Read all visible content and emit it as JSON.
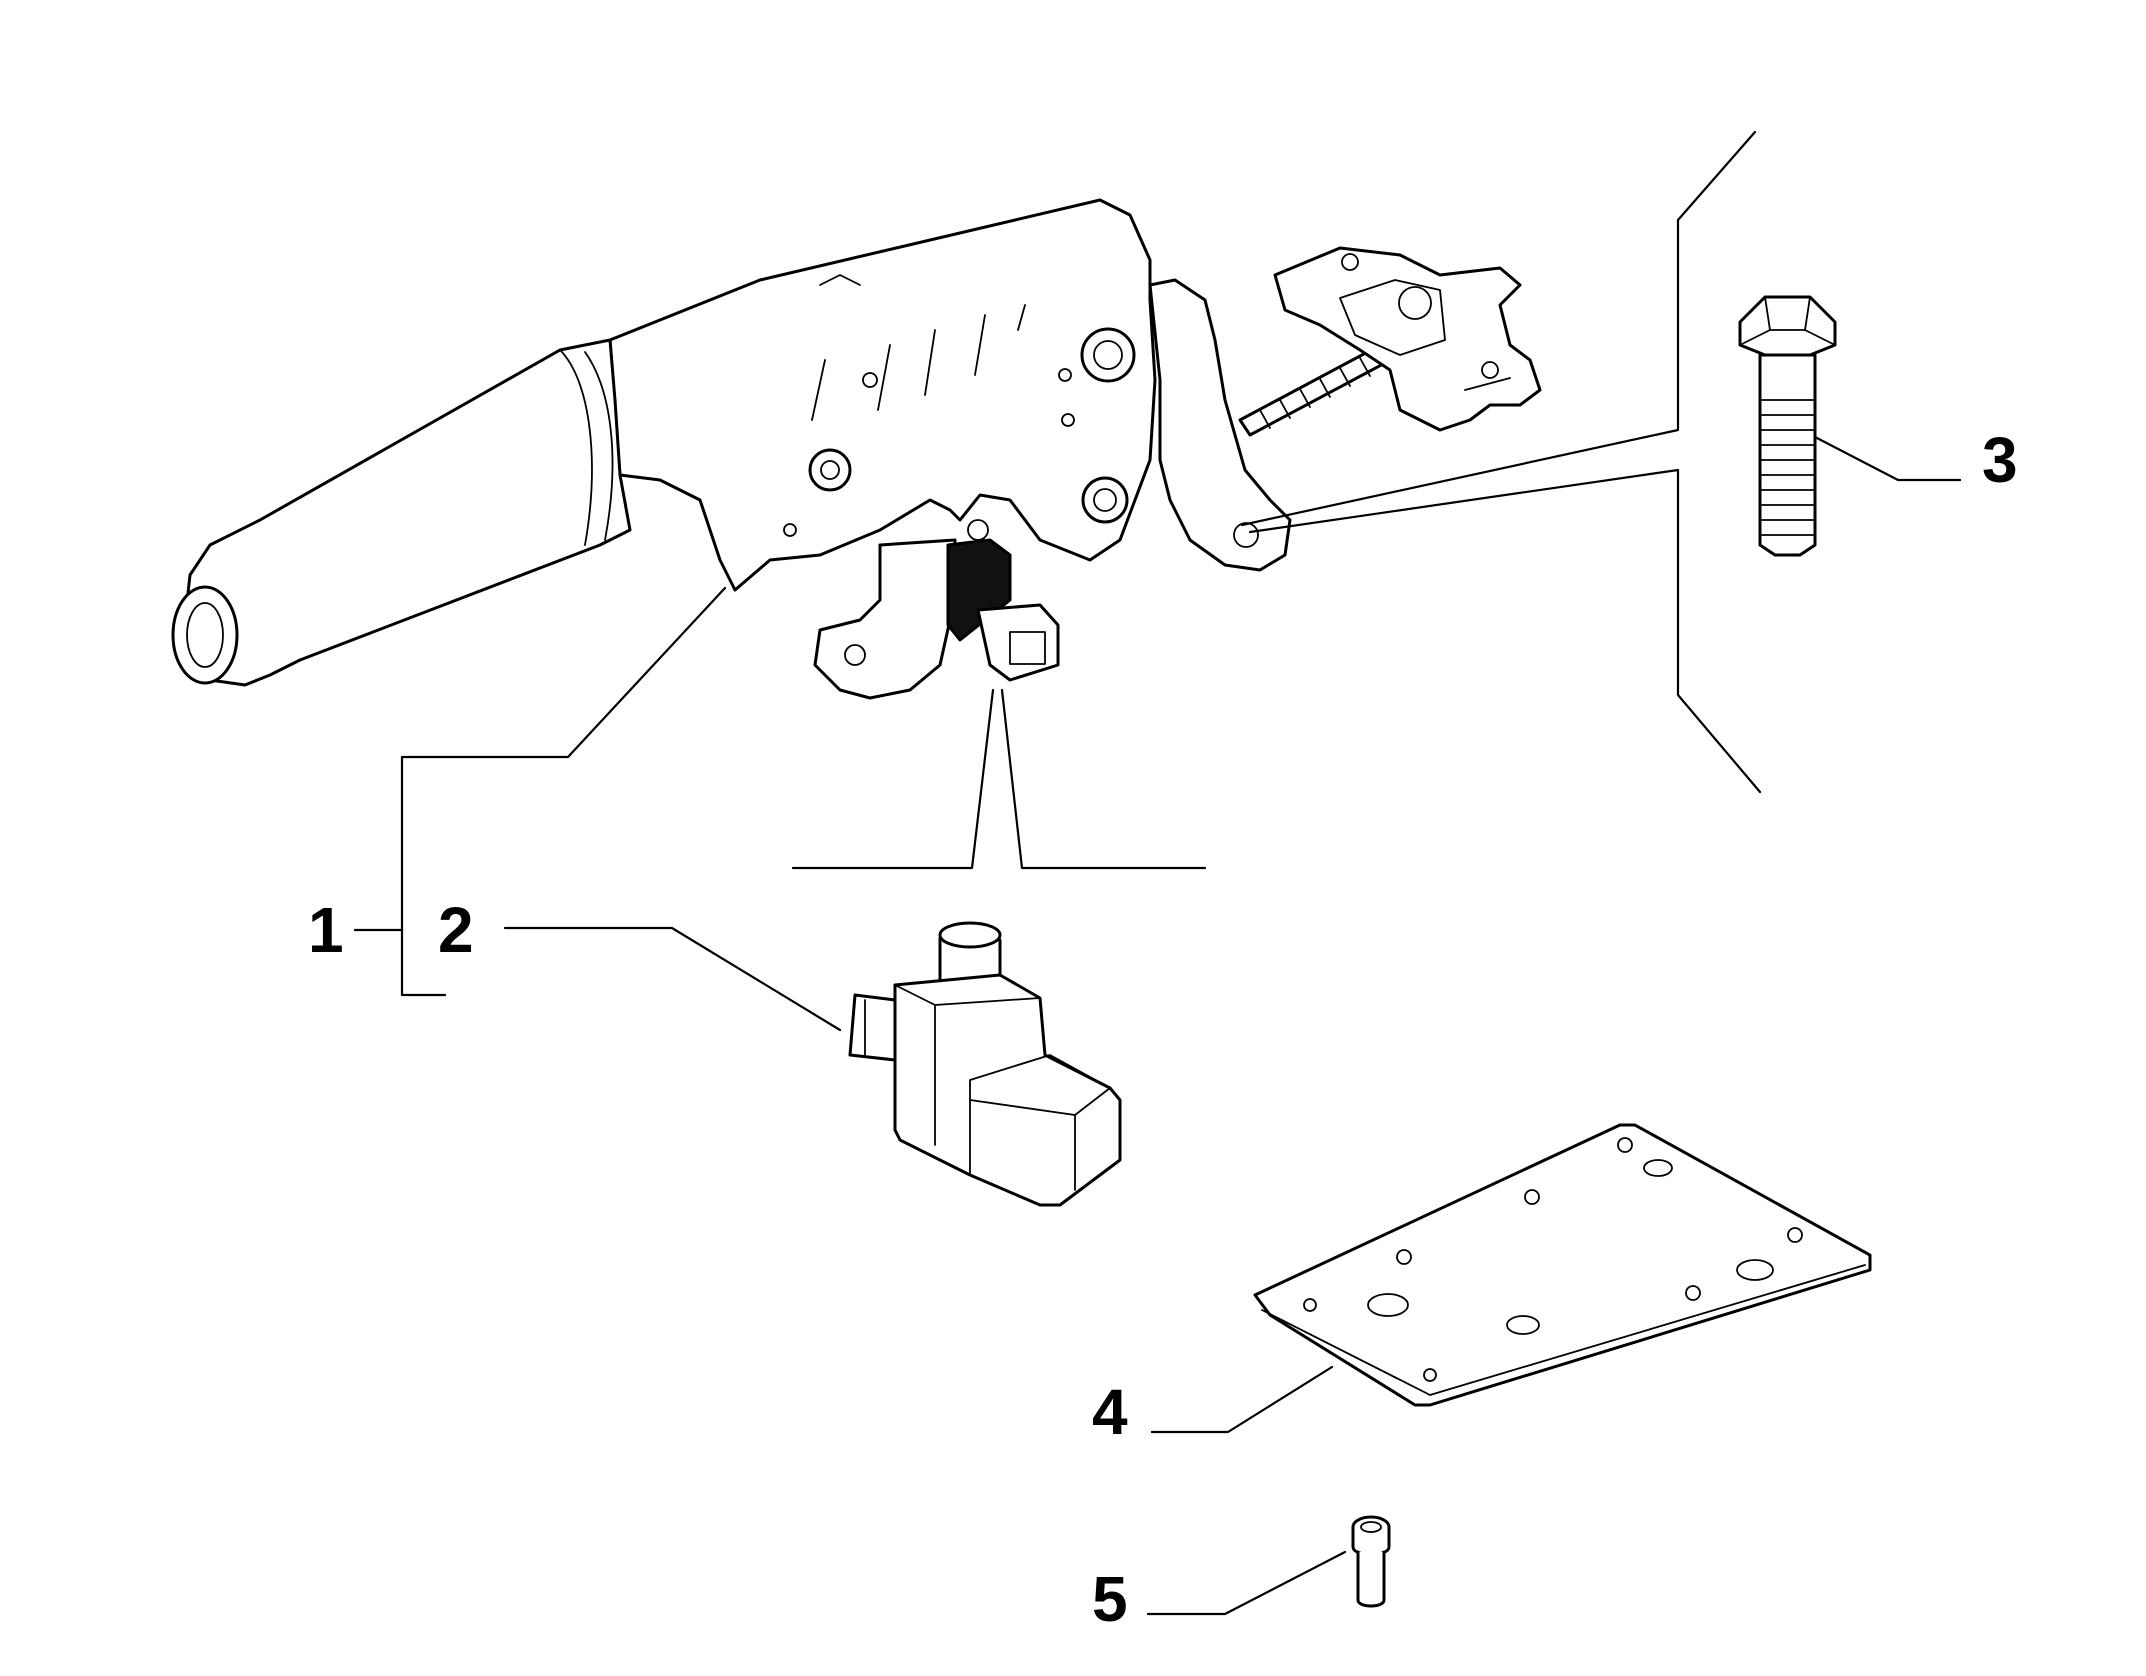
{
  "callouts": {
    "c1": "1",
    "c2": "2",
    "c3": "3",
    "c4": "4",
    "c5": "5"
  },
  "colors": {
    "background": "#ffffff",
    "ink": "#000000"
  }
}
